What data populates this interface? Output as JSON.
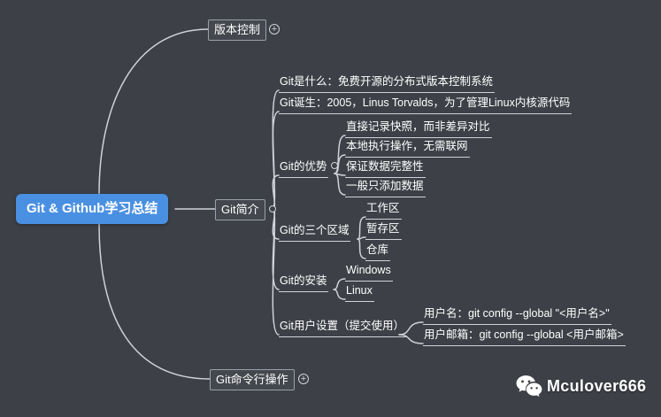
{
  "mindmap": {
    "root": {
      "label": "Git & Github学习总结"
    },
    "version_control": {
      "label": "版本控制"
    },
    "git_cli": {
      "label": "Git命令行操作"
    },
    "git_intro": {
      "label": "Git简介",
      "children": {
        "what": {
          "label": "Git是什么：免费开源的分布式版本控制系统"
        },
        "birth": {
          "label": "Git诞生：2005，Linus Torvalds，为了管理Linux内核源代码"
        },
        "advantages": {
          "label": "Git的优势",
          "children": {
            "snapshot": {
              "label": "直接记录快照，而非差异对比"
            },
            "local": {
              "label": "本地执行操作，无需联网"
            },
            "integrity": {
              "label": "保证数据完整性"
            },
            "append_only": {
              "label": "一般只添加数据"
            }
          }
        },
        "areas": {
          "label": "Git的三个区域",
          "children": {
            "working": {
              "label": "工作区"
            },
            "staging": {
              "label": "暂存区"
            },
            "repository": {
              "label": "仓库"
            }
          }
        },
        "install": {
          "label": "Git的安装",
          "children": {
            "windows": {
              "label": "Windows"
            },
            "linux": {
              "label": "Linux"
            }
          }
        },
        "user_config": {
          "label": "Git用户设置（提交使用）",
          "children": {
            "username": {
              "label": "用户名：git config --global \"<用户名>\""
            },
            "email": {
              "label": "用户邮箱：git config --global <用户邮箱>"
            }
          }
        }
      }
    }
  },
  "icons": {
    "expand": "+",
    "brand": "wechat-icon"
  },
  "watermark": {
    "name": "Mculover666"
  },
  "colors": {
    "background": "#3d4147",
    "root_fill": "#4a90e2",
    "line": "#cfd3d8",
    "text": "#ffffff",
    "box_border": "#9aa0a8"
  }
}
